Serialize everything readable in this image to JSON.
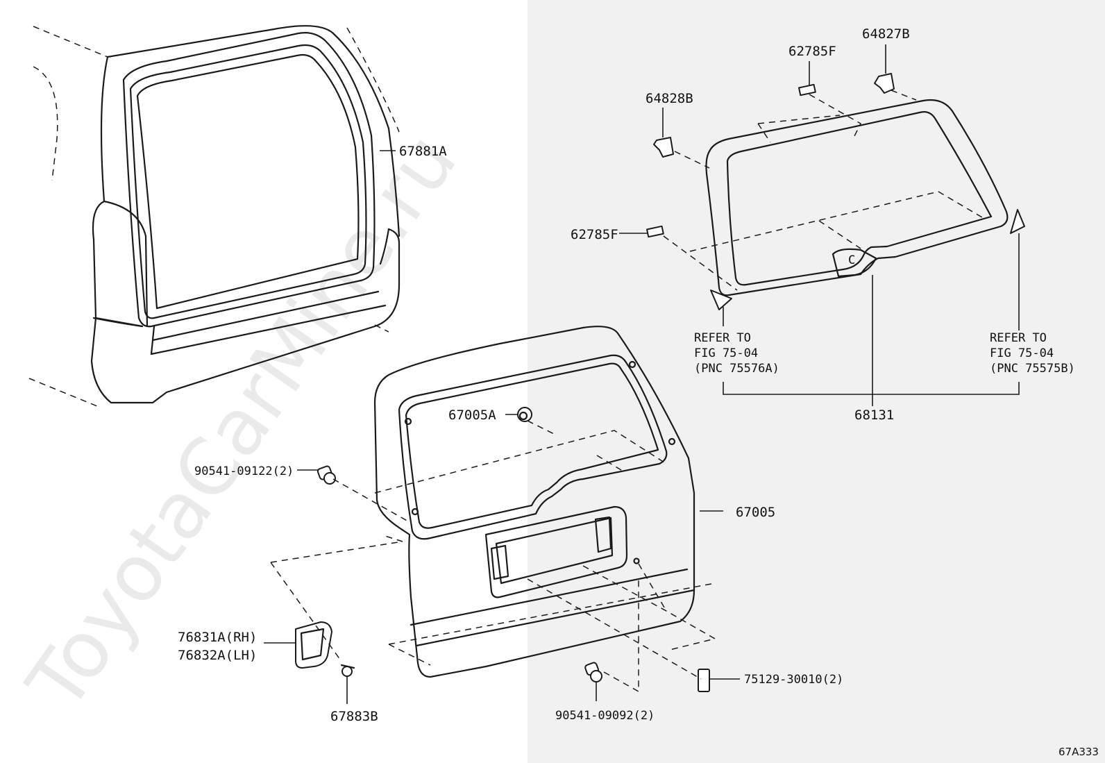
{
  "watermark": "ToyotaCarMine.ru",
  "figure_code": "67A333",
  "reference_letter": "C",
  "labels": {
    "p67881A": "67881A",
    "p62785F_top": "62785F",
    "p64827B": "64827B",
    "p64828B": "64828B",
    "p62785F_left": "62785F",
    "p67005A": "67005A",
    "p90541_09122": "90541-09122(2)",
    "p67005": "67005",
    "p68131": "68131",
    "p76831A": "76831A(RH)",
    "p76832A": "76832A(LH)",
    "p67883B": "67883B",
    "p75129": "75129-30010(2)",
    "p90541_09092": "90541-09092(2)"
  },
  "refer_left": {
    "line1": "REFER TO",
    "line2": "FIG 75-04",
    "line3": "(PNC 75576A)"
  },
  "refer_right": {
    "line1": "REFER TO",
    "line2": "FIG 75-04",
    "line3": "(PNC 75575B)"
  }
}
